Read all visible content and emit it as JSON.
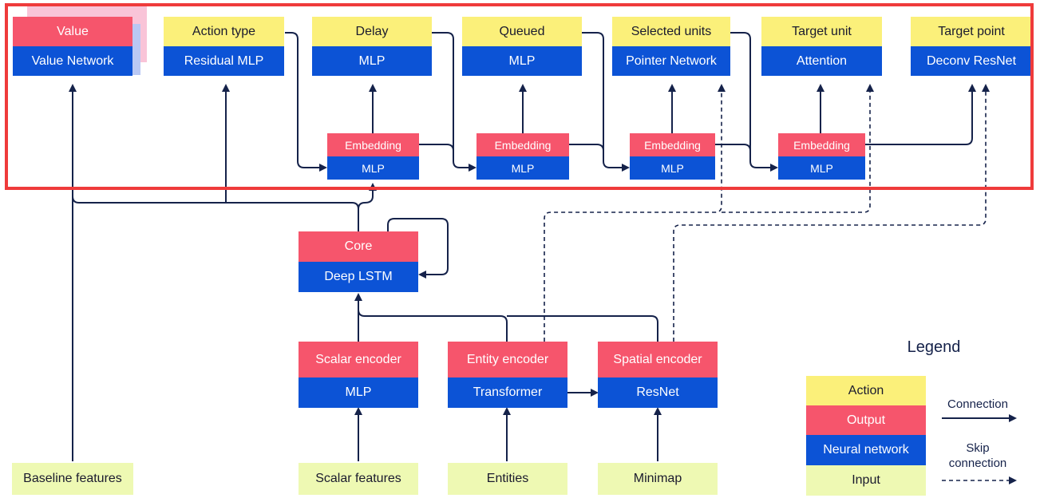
{
  "heads": {
    "value": {
      "output": "Value",
      "network": "Value Network"
    },
    "action_type": {
      "action": "Action type",
      "network": "Residual MLP"
    },
    "delay": {
      "action": "Delay",
      "network": "MLP"
    },
    "queued": {
      "action": "Queued",
      "network": "MLP"
    },
    "selected_units": {
      "action": "Selected units",
      "network": "Pointer Network"
    },
    "target_unit": {
      "action": "Target unit",
      "network": "Attention"
    },
    "target_point": {
      "action": "Target point",
      "network": "Deconv ResNet"
    }
  },
  "embeddings": [
    {
      "output": "Embedding",
      "network": "MLP"
    },
    {
      "output": "Embedding",
      "network": "MLP"
    },
    {
      "output": "Embedding",
      "network": "MLP"
    },
    {
      "output": "Embedding",
      "network": "MLP"
    }
  ],
  "core": {
    "output": "Core",
    "network": "Deep LSTM"
  },
  "encoders": {
    "scalar": {
      "output": "Scalar encoder",
      "network": "MLP"
    },
    "entity": {
      "output": "Entity encoder",
      "network": "Transformer"
    },
    "spatial": {
      "output": "Spatial encoder",
      "network": "ResNet"
    }
  },
  "inputs": {
    "baseline": "Baseline features",
    "scalar": "Scalar features",
    "entities": "Entities",
    "minimap": "Minimap"
  },
  "legend": {
    "title": "Legend",
    "action": "Action",
    "output": "Output",
    "neural_network": "Neural network",
    "input": "Input",
    "connection": "Connection",
    "skip_line1": "Skip",
    "skip_line2": "connection"
  },
  "colors": {
    "action": "#fbf07a",
    "output": "#f6556c",
    "neural_network": "#0c53d6",
    "input": "#eef9b3",
    "line": "#15224a",
    "highlight": "#ef3b3b"
  }
}
